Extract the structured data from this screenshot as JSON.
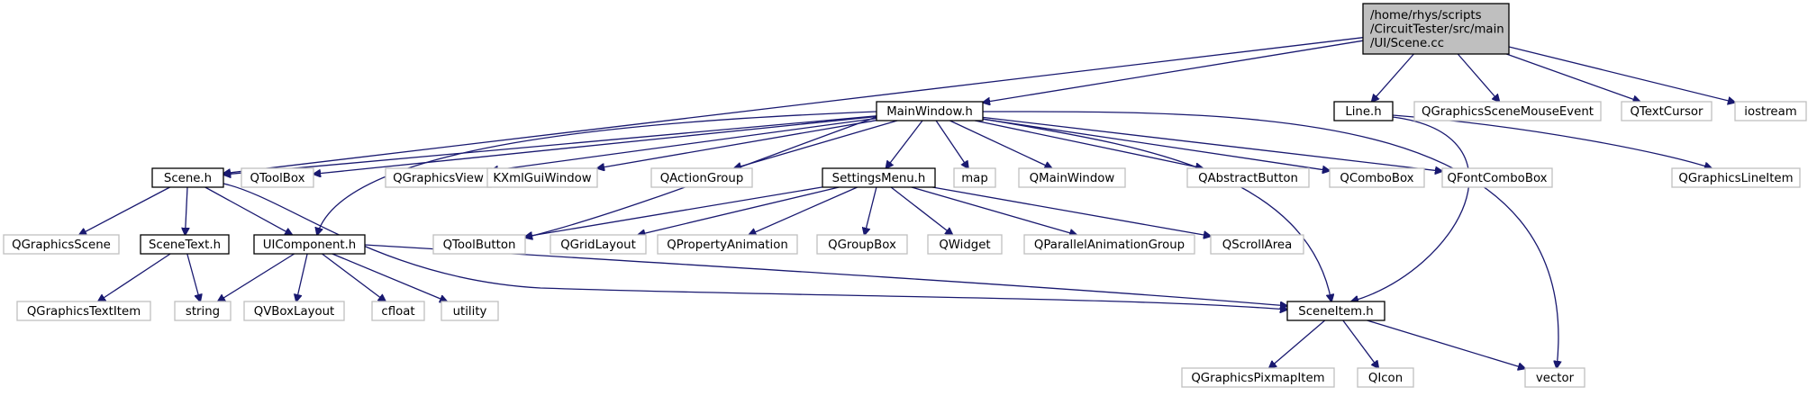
{
  "colors": {
    "edge": "#191970",
    "root_fill": "#bfbfbf",
    "root_stroke": "#000000",
    "local_stroke": "#000000",
    "external_stroke": "#bfbfbf",
    "node_fill": "#ffffff"
  },
  "nodes": [
    {
      "id": "scene_cc",
      "kind": "root",
      "lines": [
        "/home/rhys/scripts",
        "/CircuitTester/src/main",
        "/UI/Scene.cc"
      ]
    },
    {
      "id": "mainwindow_h",
      "kind": "local",
      "lines": [
        "MainWindow.h"
      ]
    },
    {
      "id": "line_h",
      "kind": "local",
      "lines": [
        "Line.h"
      ]
    },
    {
      "id": "qgraphicsscenemouseevent",
      "kind": "external",
      "lines": [
        "QGraphicsSceneMouseEvent"
      ]
    },
    {
      "id": "qtextcursor",
      "kind": "external",
      "lines": [
        "QTextCursor"
      ]
    },
    {
      "id": "iostream",
      "kind": "external",
      "lines": [
        "iostream"
      ]
    },
    {
      "id": "scene_h",
      "kind": "local",
      "lines": [
        "Scene.h"
      ]
    },
    {
      "id": "qtoolbox",
      "kind": "external",
      "lines": [
        "QToolBox"
      ]
    },
    {
      "id": "qgraphicsview",
      "kind": "external",
      "lines": [
        "QGraphicsView"
      ]
    },
    {
      "id": "kxmlguiwindow",
      "kind": "external",
      "lines": [
        "KXmlGuiWindow"
      ]
    },
    {
      "id": "qactiongroup",
      "kind": "external",
      "lines": [
        "QActionGroup"
      ]
    },
    {
      "id": "settingsmenu_h",
      "kind": "local",
      "lines": [
        "SettingsMenu.h"
      ]
    },
    {
      "id": "map",
      "kind": "external",
      "lines": [
        "map"
      ]
    },
    {
      "id": "qmainwindow",
      "kind": "external",
      "lines": [
        "QMainWindow"
      ]
    },
    {
      "id": "qabstractbutton",
      "kind": "external",
      "lines": [
        "QAbstractButton"
      ]
    },
    {
      "id": "qcombobox",
      "kind": "external",
      "lines": [
        "QComboBox"
      ]
    },
    {
      "id": "qfontcombobox",
      "kind": "external",
      "lines": [
        "QFontComboBox"
      ]
    },
    {
      "id": "qgraphicslineitem",
      "kind": "external",
      "lines": [
        "QGraphicsLineItem"
      ]
    },
    {
      "id": "qgraphicsscene",
      "kind": "external",
      "lines": [
        "QGraphicsScene"
      ]
    },
    {
      "id": "scenetext_h",
      "kind": "local",
      "lines": [
        "SceneText.h"
      ]
    },
    {
      "id": "uicomponent_h",
      "kind": "local",
      "lines": [
        "UIComponent.h"
      ]
    },
    {
      "id": "qtoolbutton",
      "kind": "external",
      "lines": [
        "QToolButton"
      ]
    },
    {
      "id": "qgridlayout",
      "kind": "external",
      "lines": [
        "QGridLayout"
      ]
    },
    {
      "id": "qpropertyanimation",
      "kind": "external",
      "lines": [
        "QPropertyAnimation"
      ]
    },
    {
      "id": "qgroupbox",
      "kind": "external",
      "lines": [
        "QGroupBox"
      ]
    },
    {
      "id": "qwidget",
      "kind": "external",
      "lines": [
        "QWidget"
      ]
    },
    {
      "id": "qparallelanimationgroup",
      "kind": "external",
      "lines": [
        "QParallelAnimationGroup"
      ]
    },
    {
      "id": "qscrollarea",
      "kind": "external",
      "lines": [
        "QScrollArea"
      ]
    },
    {
      "id": "qgraphicstextitem",
      "kind": "external",
      "lines": [
        "QGraphicsTextItem"
      ]
    },
    {
      "id": "string",
      "kind": "external",
      "lines": [
        "string"
      ]
    },
    {
      "id": "qvboxlayout",
      "kind": "external",
      "lines": [
        "QVBoxLayout"
      ]
    },
    {
      "id": "cfloat",
      "kind": "external",
      "lines": [
        "cfloat"
      ]
    },
    {
      "id": "utility",
      "kind": "external",
      "lines": [
        "utility"
      ]
    },
    {
      "id": "sceneitem_h",
      "kind": "local",
      "lines": [
        "SceneItem.h"
      ]
    },
    {
      "id": "qgraphicspixmapitem",
      "kind": "external",
      "lines": [
        "QGraphicsPixmapItem"
      ]
    },
    {
      "id": "qicon",
      "kind": "external",
      "lines": [
        "QIcon"
      ]
    },
    {
      "id": "vector",
      "kind": "external",
      "lines": [
        "vector"
      ]
    }
  ],
  "edges": [
    [
      "scene_cc",
      "scene_h"
    ],
    [
      "scene_cc",
      "mainwindow_h"
    ],
    [
      "scene_cc",
      "line_h"
    ],
    [
      "scene_cc",
      "qgraphicsscenemouseevent"
    ],
    [
      "scene_cc",
      "qtextcursor"
    ],
    [
      "scene_cc",
      "iostream"
    ],
    [
      "mainwindow_h",
      "scene_h"
    ],
    [
      "mainwindow_h",
      "qtoolbox"
    ],
    [
      "mainwindow_h",
      "qgraphicsview"
    ],
    [
      "mainwindow_h",
      "kxmlguiwindow"
    ],
    [
      "mainwindow_h",
      "qactiongroup"
    ],
    [
      "mainwindow_h",
      "settingsmenu_h"
    ],
    [
      "mainwindow_h",
      "map"
    ],
    [
      "mainwindow_h",
      "qmainwindow"
    ],
    [
      "mainwindow_h",
      "qabstractbutton"
    ],
    [
      "mainwindow_h",
      "qcombobox"
    ],
    [
      "mainwindow_h",
      "qfontcombobox"
    ],
    [
      "mainwindow_h",
      "uicomponent_h"
    ],
    [
      "mainwindow_h",
      "qtoolbutton"
    ],
    [
      "mainwindow_h",
      "sceneitem_h"
    ],
    [
      "mainwindow_h",
      "vector"
    ],
    [
      "line_h",
      "qgraphicslineitem"
    ],
    [
      "line_h",
      "sceneitem_h"
    ],
    [
      "scene_h",
      "qgraphicsscene"
    ],
    [
      "scene_h",
      "scenetext_h"
    ],
    [
      "scene_h",
      "uicomponent_h"
    ],
    [
      "scene_h",
      "sceneitem_h"
    ],
    [
      "settingsmenu_h",
      "qtoolbutton"
    ],
    [
      "settingsmenu_h",
      "qgridlayout"
    ],
    [
      "settingsmenu_h",
      "qpropertyanimation"
    ],
    [
      "settingsmenu_h",
      "qgroupbox"
    ],
    [
      "settingsmenu_h",
      "qwidget"
    ],
    [
      "settingsmenu_h",
      "qparallelanimationgroup"
    ],
    [
      "settingsmenu_h",
      "qscrollarea"
    ],
    [
      "scenetext_h",
      "qgraphicstextitem"
    ],
    [
      "scenetext_h",
      "string"
    ],
    [
      "uicomponent_h",
      "string"
    ],
    [
      "uicomponent_h",
      "qvboxlayout"
    ],
    [
      "uicomponent_h",
      "cfloat"
    ],
    [
      "uicomponent_h",
      "utility"
    ],
    [
      "uicomponent_h",
      "sceneitem_h"
    ],
    [
      "sceneitem_h",
      "qgraphicspixmapitem"
    ],
    [
      "sceneitem_h",
      "qicon"
    ],
    [
      "sceneitem_h",
      "vector"
    ]
  ]
}
